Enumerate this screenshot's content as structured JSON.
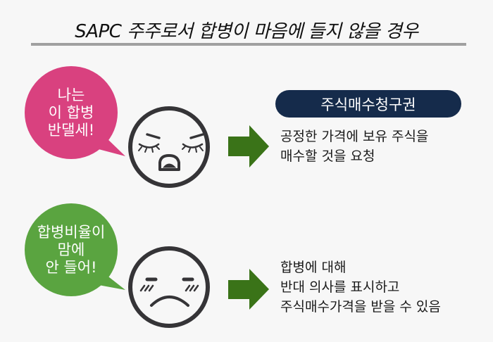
{
  "title": "SAPC 주주로서 합병이 마음에 들지 않을 경우",
  "colors": {
    "pink": "#d9417f",
    "green": "#5aa440",
    "arrow": "#3a7318",
    "navy": "#152b4b",
    "face": "#353437"
  },
  "case1": {
    "bubble_lines": [
      "나는",
      "이 합병",
      "반댈세!"
    ],
    "face_icon": "angry-face-icon",
    "label": "주식매수청구권",
    "desc_lines": [
      "공정한 가격에 보유 주식을",
      "매수할 것을 요청"
    ]
  },
  "case2": {
    "bubble_lines": [
      "합병비율이",
      "맘에",
      "안 들어!"
    ],
    "face_icon": "sad-face-icon",
    "desc_lines": [
      "합병에 대해",
      "반대 의사를 표시하고",
      "주식매수가격을 받을 수 있음"
    ]
  }
}
